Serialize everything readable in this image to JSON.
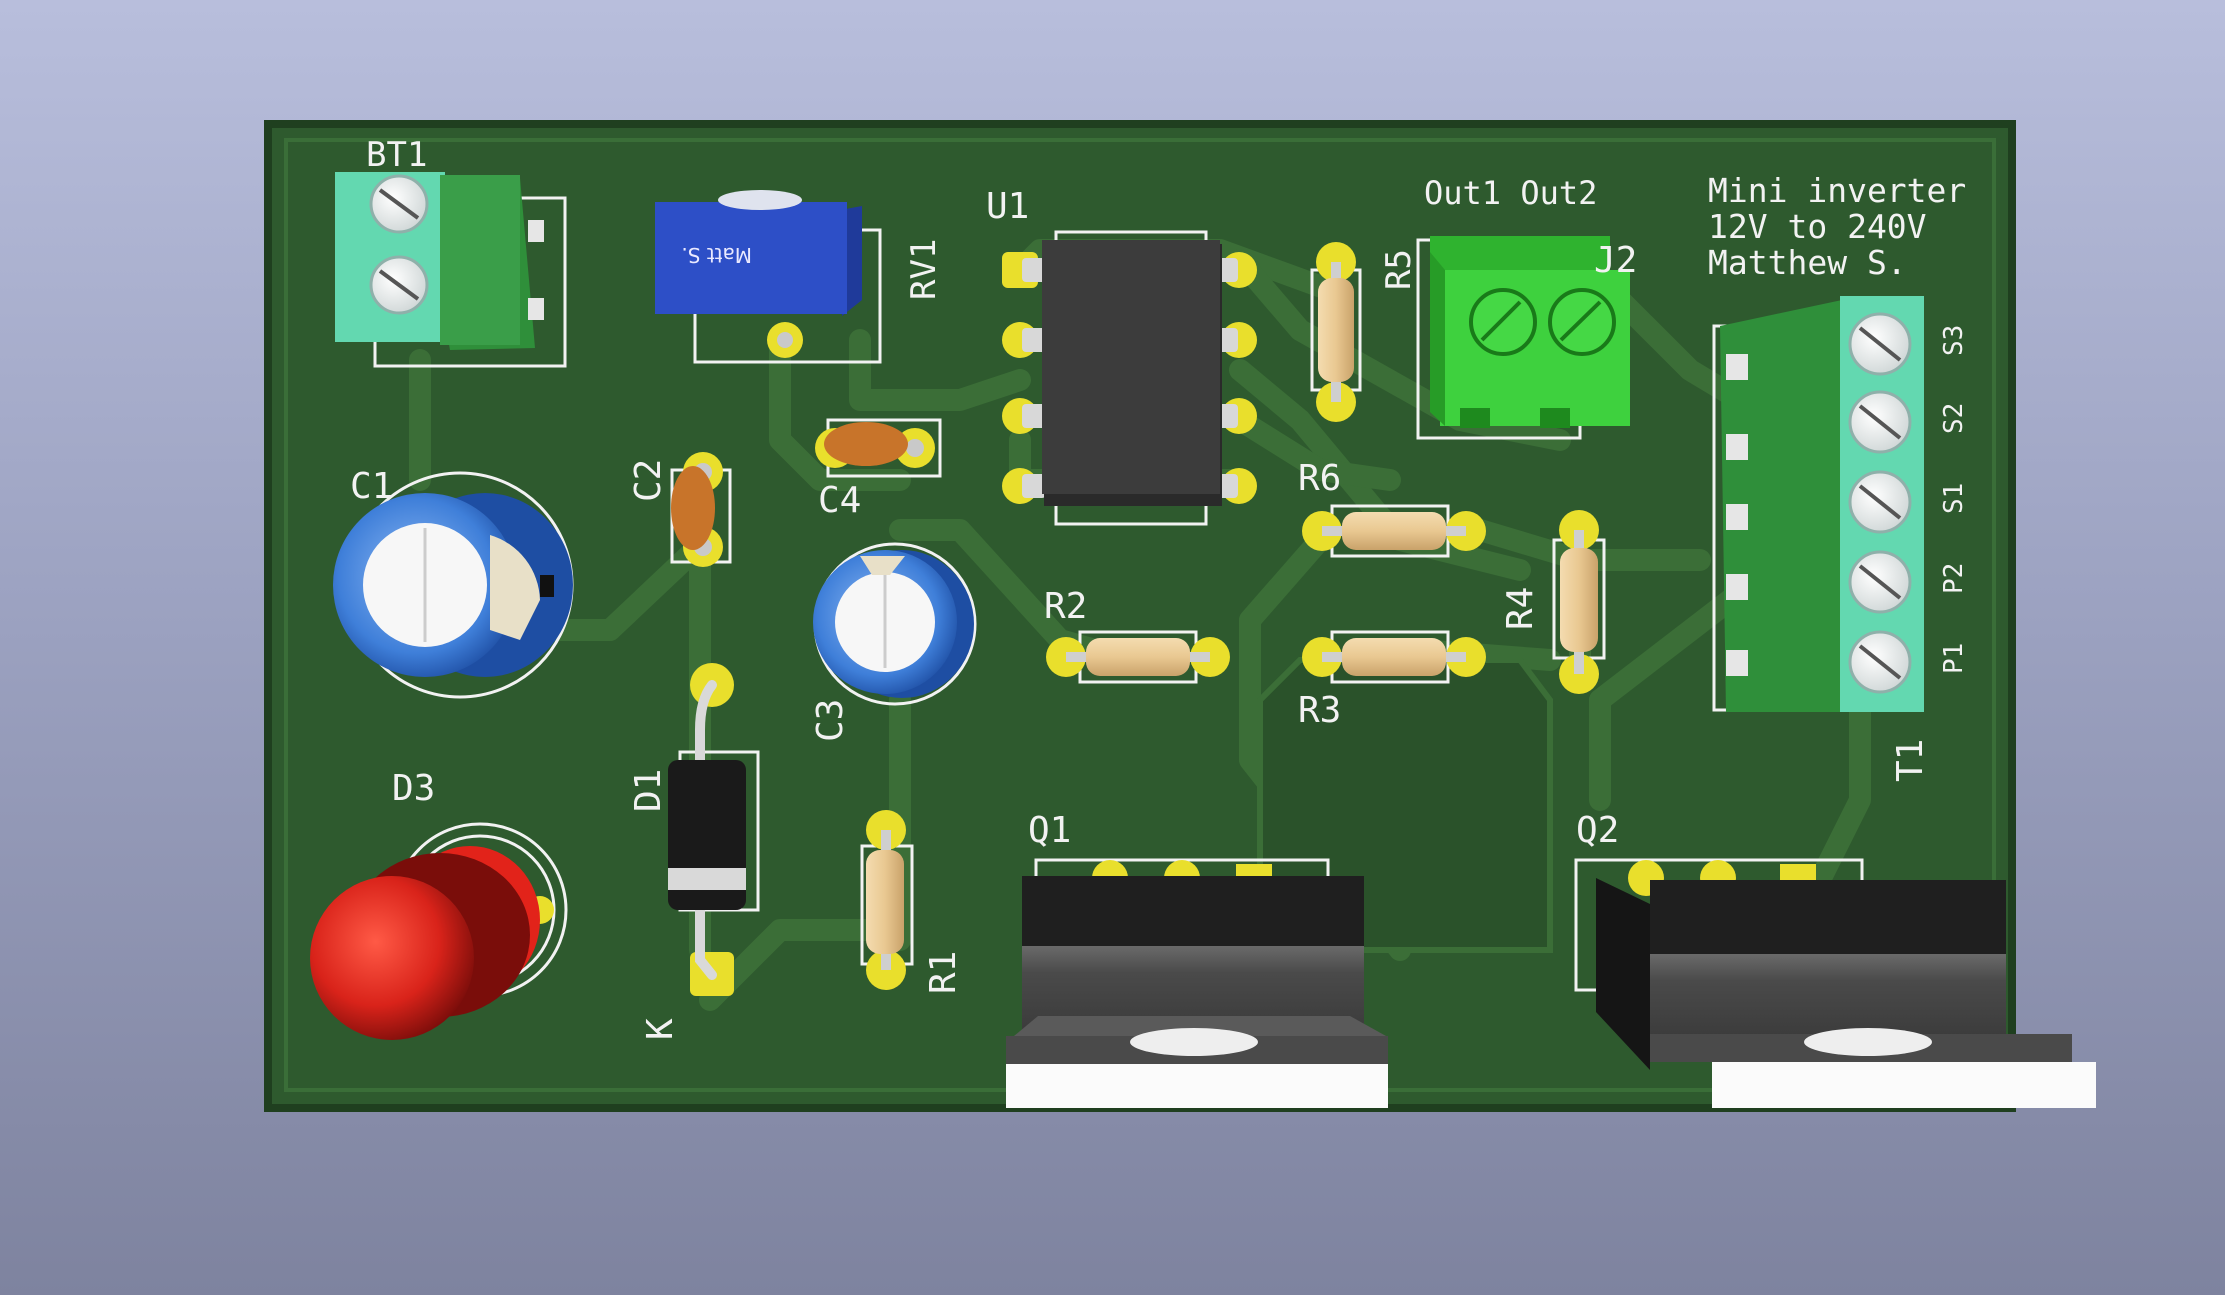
{
  "colors": {
    "background_top": "#b8bedc",
    "background_bottom": "#7e839f",
    "board": "#2e5a2e",
    "copper_trace": "#3b6e37",
    "pad_gold": "#e9df2c",
    "silkscreen": "#f2f2f2",
    "terminal_green": "#39c23a",
    "terminal_teal": "#63d8b0",
    "potentiometer_blue": "#2d4fc7",
    "led_red": "#e2231a"
  },
  "labels": {
    "bt1": "BT1",
    "rv1": "RV1",
    "u1": "U1",
    "r5": "R5",
    "out_labels": "Out1 Out2",
    "j2": "J2",
    "c1": "C1",
    "c2": "C2",
    "c3": "C3",
    "c4": "C4",
    "r1": "R1",
    "r2": "R2",
    "r3": "R3",
    "r4": "R4",
    "r6": "R6",
    "d1": "D1",
    "d3": "D3",
    "k_marker": "K",
    "q1": "Q1",
    "q2": "Q2",
    "t1": "T1",
    "t1_pins": [
      "P1",
      "P2",
      "S1",
      "S2",
      "S3"
    ],
    "pot_marking": "Matt S."
  },
  "board_text": {
    "line1": "Mini inverter",
    "line2": "12V to 240V",
    "line3": "Matthew S."
  },
  "icons": {
    "battery_terminal": "screw-terminal-2-icon",
    "output_terminal": "screw-terminal-2-icon",
    "transformer_terminal": "screw-terminal-5-icon",
    "potentiometer": "trimmer-pot-icon",
    "ic": "dip8-ic-icon",
    "led": "led-icon",
    "diode": "diode-icon",
    "mosfet": "to220-icon"
  }
}
